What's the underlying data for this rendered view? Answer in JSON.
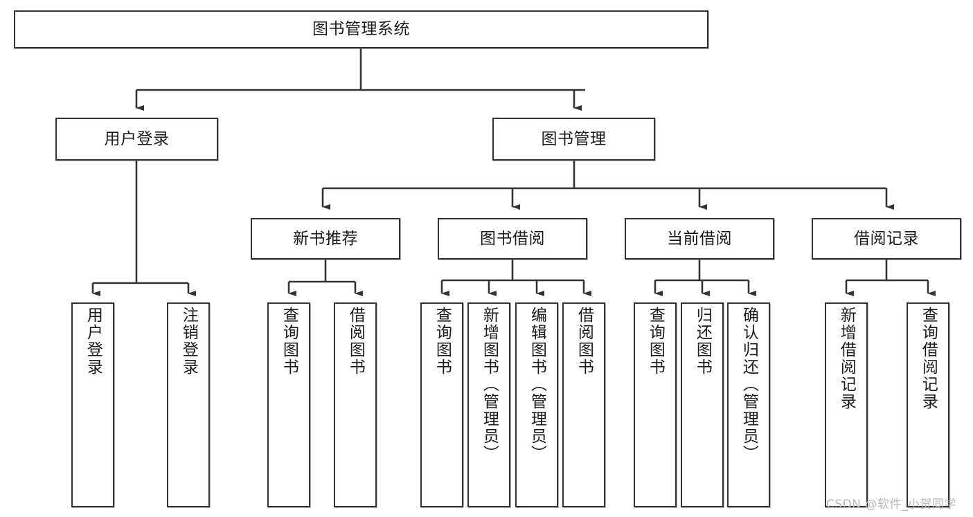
{
  "diagram": {
    "type": "tree",
    "title": "图书管理系统",
    "orientation": "top-down",
    "levels": 4,
    "colors": {
      "box_border": "#333333",
      "box_fill": "#ffffff",
      "line": "#333333",
      "background": "#ffffff",
      "watermark": "#b9b9b9"
    }
  },
  "root": {
    "label": "图书管理系统"
  },
  "level2": [
    {
      "label": "用户登录"
    },
    {
      "label": "图书管理"
    }
  ],
  "level3": [
    {
      "label": "新书推荐"
    },
    {
      "label": "图书借阅"
    },
    {
      "label": "当前借阅"
    },
    {
      "label": "借阅记录"
    }
  ],
  "leaves": {
    "user_login": [
      {
        "label": "用户登录"
      },
      {
        "label": "注销登录"
      }
    ],
    "new_book_recommend": [
      {
        "label": "查询图书"
      },
      {
        "label": "借阅图书"
      }
    ],
    "book_borrow": [
      {
        "label": "查询图书"
      },
      {
        "label": "新增图书（管理员）"
      },
      {
        "label": "编辑图书（管理员）"
      },
      {
        "label": "借阅图书"
      }
    ],
    "current_borrow": [
      {
        "label": "查询图书"
      },
      {
        "label": "归还图书"
      },
      {
        "label": "确认归还（管理员）"
      }
    ],
    "borrow_record": [
      {
        "label": "新增借阅记录"
      },
      {
        "label": "查询借阅记录"
      }
    ]
  },
  "watermark": {
    "text": "CSDN @软件_小贺同学"
  }
}
